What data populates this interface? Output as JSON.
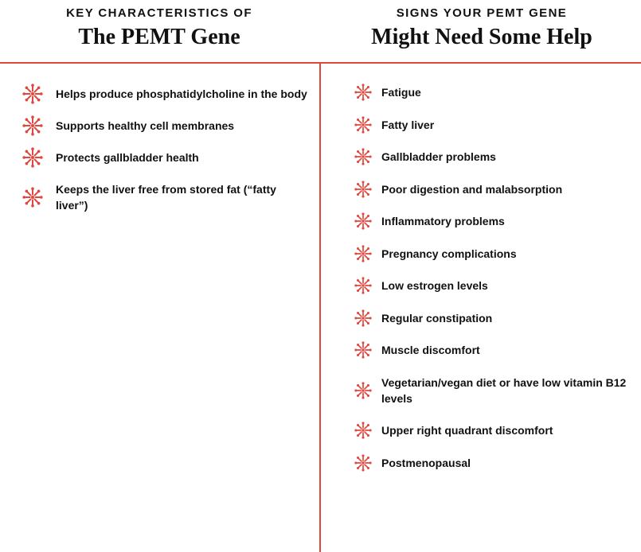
{
  "left": {
    "eyebrow": "KEY CHARACTERISTICS OF",
    "title": "The PEMT Gene",
    "items": [
      "Helps produce phosphatidylcholine in the body",
      "Supports healthy cell membranes",
      "Protects gallbladder health",
      "Keeps the liver free from stored fat (“fatty liver”)"
    ]
  },
  "right": {
    "eyebrow": "SIGNS YOUR PEMT GENE",
    "title": "Might Need Some Help",
    "items": [
      "Fatigue",
      "Fatty liver",
      "Gallbladder problems",
      "Poor digestion and malabsorption",
      "Inflammatory problems",
      "Pregnancy complications",
      "Low estrogen levels",
      "Regular constipation",
      "Muscle discomfort",
      "Vegetarian/vegan diet or have low vitamin B12 levels",
      "Upper right quadrant discomfort",
      "Postmenopausal"
    ]
  },
  "colors": {
    "accent": "#e0473f",
    "text": "#111111"
  },
  "icons": {
    "bullet": "red-burst-icon"
  }
}
